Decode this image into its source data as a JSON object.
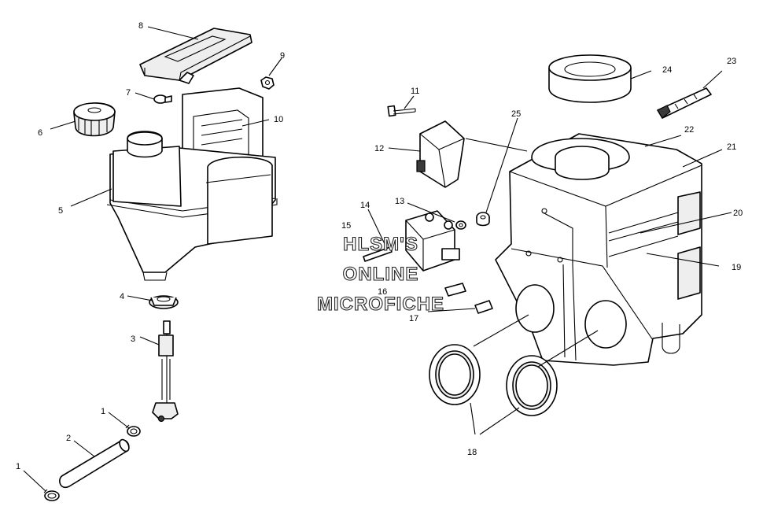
{
  "watermark": {
    "line1": "HLSM'S",
    "line2": "ONLINE",
    "line3": "MICROFICHE"
  },
  "callouts": {
    "c1a": "1",
    "c1b": "1",
    "c2": "2",
    "c3": "3",
    "c4": "4",
    "c5": "5",
    "c6": "6",
    "c7": "7",
    "c8": "8",
    "c9": "9",
    "c10": "10",
    "c11": "11",
    "c12": "12",
    "c13": "13",
    "c14": "14",
    "c15": "15",
    "c16": "16",
    "c17": "17",
    "c18": "18",
    "c19": "19",
    "c20": "20",
    "c21": "21",
    "c22": "22",
    "c23": "23",
    "c24": "24",
    "c25": "25"
  }
}
